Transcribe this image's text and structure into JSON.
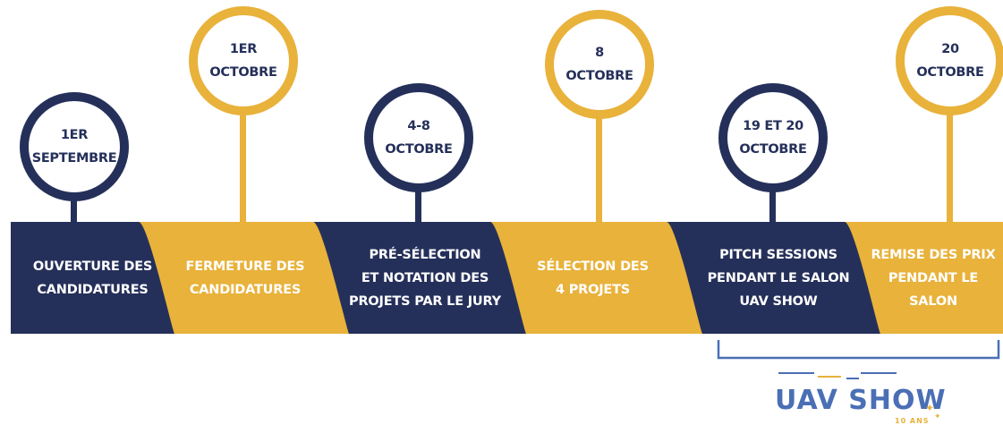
{
  "colors": {
    "navy": "#25305a",
    "gold": "#e8b23b",
    "logo_blue": "#4a6fb5"
  },
  "steps": [
    {
      "date": [
        "1ER",
        "SEPTEMBRE"
      ],
      "label": [
        "OUVERTURE DES",
        "CANDIDATURES"
      ],
      "color": "navy"
    },
    {
      "date": [
        "1ER",
        "OCTOBRE"
      ],
      "label": [
        "FERMETURE DES",
        "CANDIDATURES"
      ],
      "color": "gold"
    },
    {
      "date": [
        "4-8",
        "OCTOBRE"
      ],
      "label": [
        "PRÉ-SÉLECTION",
        "ET NOTATION DES",
        "PROJETS PAR LE JURY"
      ],
      "color": "navy"
    },
    {
      "date": [
        "8",
        "OCTOBRE"
      ],
      "label": [
        "SÉLECTION DES",
        "4 PROJETS"
      ],
      "color": "gold"
    },
    {
      "date": [
        "19 ET 20",
        "OCTOBRE"
      ],
      "label": [
        "PITCH SESSIONS",
        "PENDANT LE SALON",
        "UAV SHOW"
      ],
      "color": "navy"
    },
    {
      "date": [
        "20",
        "OCTOBRE"
      ],
      "label": [
        "REMISE DES PRIX",
        "PENDANT LE",
        "SALON"
      ],
      "color": "gold"
    }
  ],
  "logo": {
    "name": "UAV SHOW",
    "tagline": "10 ANS",
    "icon": "uav-show-logo"
  }
}
